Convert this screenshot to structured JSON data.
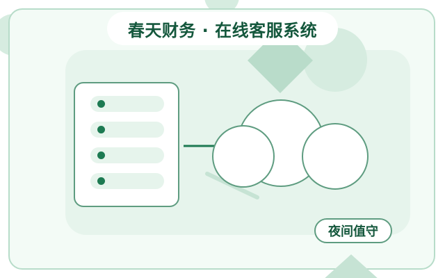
{
  "title": "春天财务 · 在线客服系统",
  "badge": "夜间值守",
  "list": {
    "items": 4
  },
  "colors": {
    "primary": "#1d7a52",
    "title_text": "#14573c",
    "outline": "#5e9c80",
    "light_fill": "#e6f4ec",
    "frame_border": "#b7dcc9",
    "deco": "#d6ece0",
    "diamond": "#b9dcca"
  },
  "icons": {
    "cloud": "cloud-icon",
    "list_card": "list-icon",
    "bullet": "bullet-dot-icon"
  }
}
